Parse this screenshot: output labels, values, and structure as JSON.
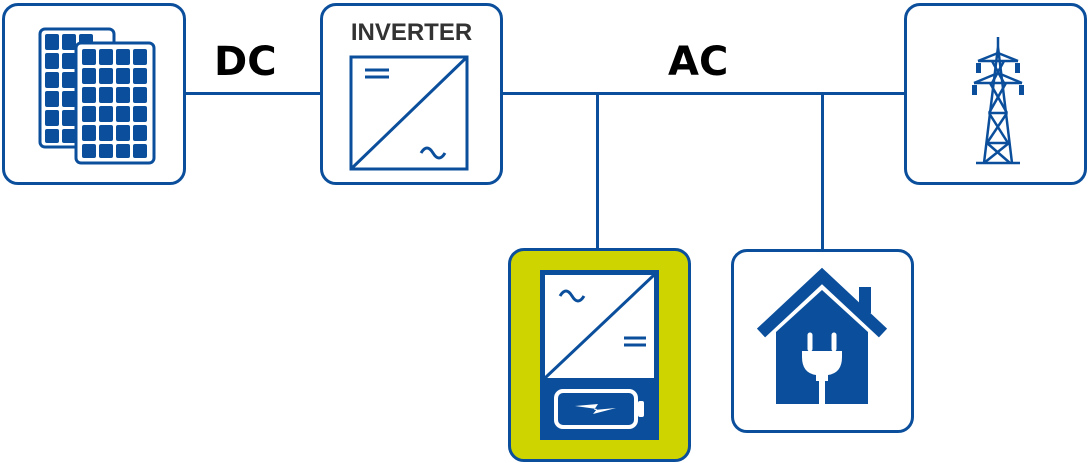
{
  "diagram": {
    "dc_label": "DC",
    "ac_label": "AC",
    "inverter_title": "INVERTER",
    "nodes": [
      {
        "id": "solar-panels",
        "icon": "solar-panel-icon"
      },
      {
        "id": "inverter",
        "icon": "inverter-icon"
      },
      {
        "id": "grid",
        "icon": "power-tower-icon"
      },
      {
        "id": "battery-inverter",
        "icon": "battery-inverter-icon",
        "highlight": true
      },
      {
        "id": "house",
        "icon": "house-plug-icon"
      }
    ]
  },
  "colors": {
    "line": "#0b4f9c",
    "icon_blue": "#0b4f9c",
    "highlight_box": "#cdd400",
    "inverter_title": "#333333"
  }
}
